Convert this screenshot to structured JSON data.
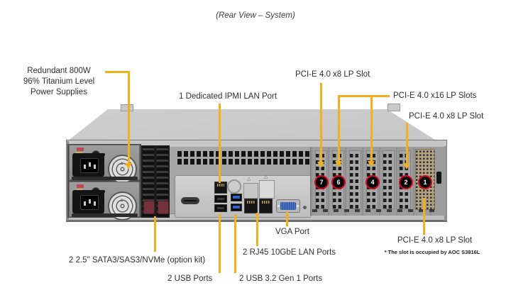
{
  "title": "(Rear View – System)",
  "colors": {
    "callout": "#F2B01E",
    "ring": "#D6091F"
  },
  "callouts": {
    "psu_lines": [
      "Redundant 800W",
      "96% Titanium Level",
      "Power Supplies"
    ],
    "ipmi": "1 Dedicated IPMI LAN Port",
    "pcie_x8_top": "PCI-E 4.0 x8 LP Slot",
    "pcie_x16": "PCI-E 4.0 x16 LP Slots",
    "pcie_x8_right": "PCI-E 4.0 x8 LP Slot",
    "pcie_x8_bottom": "PCI-E 4.0 x8 LP Slot",
    "pcie_note": "* The slot is occupied by AOC S3816L",
    "vga": "VGA Port",
    "lan": "2 RJ45 10GbE LAN Ports",
    "drives": "2 2.5\" SATA3/SAS3/NVMe (option kit)",
    "usb": "2 USB Ports",
    "usb32": "2 USB 3.2 Gen 1 Ports"
  },
  "slots": [
    {
      "number": "7"
    },
    {
      "number": "6"
    },
    {
      "number": "4"
    },
    {
      "number": "2"
    },
    {
      "number": "1"
    }
  ]
}
